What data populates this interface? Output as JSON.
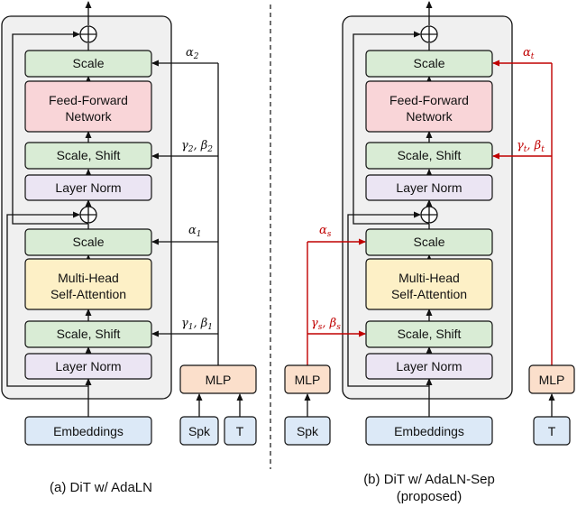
{
  "colors": {
    "panel": "#f0f0f0",
    "green": "#d9ecd5",
    "red": "#f9d5d8",
    "purple": "#ebe5f3",
    "yellow": "#fdf0c6",
    "orange": "#fbdfcb",
    "blue": "#dce9f7",
    "accent_red": "#c00000",
    "ink": "#111111"
  },
  "left": {
    "scale_top": "Scale",
    "ffn_line1": "Feed-Forward",
    "ffn_line2": "Network",
    "scale_shift_top": "Scale, Shift",
    "layer_norm_top": "Layer Norm",
    "scale_mid": "Scale",
    "mhsa_line1": "Multi-Head",
    "mhsa_line2": "Self-Attention",
    "scale_shift_bottom": "Scale, Shift",
    "layer_norm_bottom": "Layer Norm",
    "embeddings": "Embeddings",
    "mlp": "MLP",
    "spk": "Spk",
    "t": "T",
    "alpha2": {
      "base": "α",
      "sub": "2"
    },
    "gamma2_beta2": {
      "g": "γ",
      "gs": "2",
      "sep": ", ",
      "b": "β",
      "bs": "2"
    },
    "alpha1": {
      "base": "α",
      "sub": "1"
    },
    "gamma1_beta1": {
      "g": "γ",
      "gs": "1",
      "sep": ", ",
      "b": "β",
      "bs": "1"
    },
    "caption": "(a) DiT w/ AdaLN"
  },
  "right": {
    "scale_top": "Scale",
    "ffn_line1": "Feed-Forward",
    "ffn_line2": "Network",
    "scale_shift_top": "Scale, Shift",
    "layer_norm_top": "Layer Norm",
    "scale_mid": "Scale",
    "mhsa_line1": "Multi-Head",
    "mhsa_line2": "Self-Attention",
    "scale_shift_bottom": "Scale, Shift",
    "layer_norm_bottom": "Layer Norm",
    "embeddings": "Embeddings",
    "mlp_left": "MLP",
    "spk": "Spk",
    "mlp_right": "MLP",
    "t": "T",
    "alpha_t": {
      "base": "α",
      "sub": "t"
    },
    "gamma_t_beta_t": {
      "g": "γ",
      "gs": "t",
      "sep": ", ",
      "b": "β",
      "bs": "t"
    },
    "alpha_s": {
      "base": "α",
      "sub": "s"
    },
    "gamma_s_beta_s": {
      "g": "γ",
      "gs": "s",
      "sep": ", ",
      "b": "β",
      "bs": "s"
    },
    "caption_line1": "(b) DiT w/ AdaLN-Sep",
    "caption_line2": "(proposed)"
  }
}
